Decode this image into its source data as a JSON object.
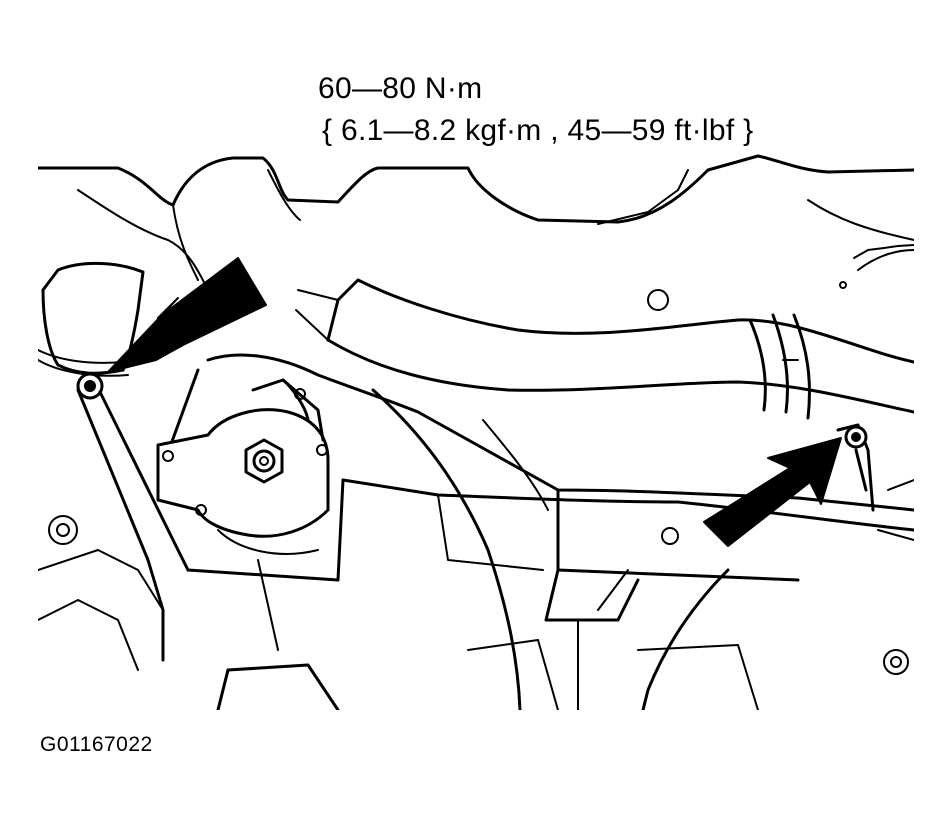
{
  "torque_spec": {
    "newton_meters": "60—80 N·m",
    "alternate_units": "{ 6.1—8.2 kgf·m , 45—59 ft·lbf }"
  },
  "figure_id": "G01167022",
  "arrow_color": "#000000",
  "line_color": "#000000",
  "background_color": "#ffffff"
}
